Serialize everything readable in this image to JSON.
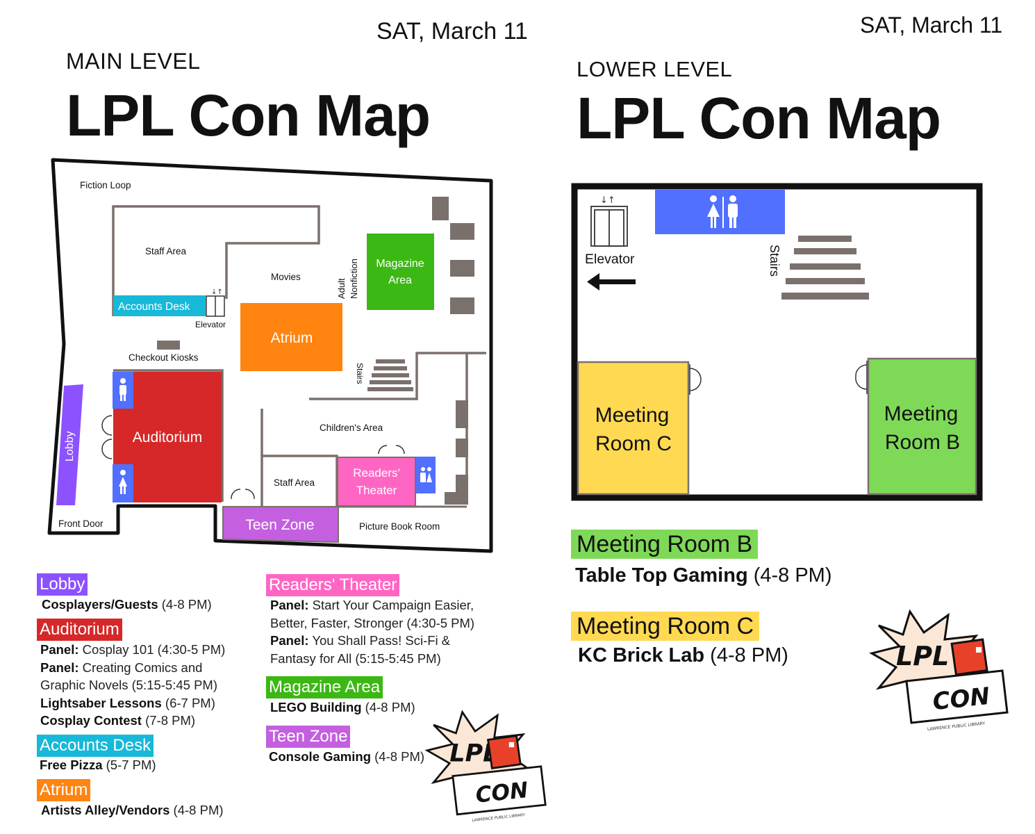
{
  "main": {
    "date": "SAT, March 11",
    "level": "MAIN LEVEL",
    "title": "LPL Con Map",
    "map_labels": {
      "fiction_loop": "Fiction Loop",
      "staff_area_top": "Staff Area",
      "movies": "Movies",
      "adult_nonfiction_1": "Adult",
      "adult_nonfiction_2": "Nonfiction",
      "magazine_area_1": "Magazine",
      "magazine_area_2": "Area",
      "accounts_desk": "Accounts Desk",
      "elevator": "Elevator",
      "atrium": "Atrium",
      "checkout_kiosks": "Checkout Kiosks",
      "stairs": "Stairs",
      "auditorium": "Auditorium",
      "lobby": "Lobby",
      "childrens_area": "Children's Area",
      "staff_area_bottom": "Staff Area",
      "readers_theater_1": "Readers'",
      "readers_theater_2": "Theater",
      "teen_zone": "Teen Zone",
      "picture_book_room": "Picture Book Room",
      "front_door": "Front Door"
    },
    "legend": {
      "lobby": {
        "title": "Lobby",
        "lines": [
          {
            "bold": "Cosplayers/Guests",
            "rest": " (4-8 PM)"
          }
        ]
      },
      "auditorium": {
        "title": "Auditorium",
        "lines": [
          {
            "bold": "Panel:",
            "rest": " Cosplay 101 (4:30-5 PM)"
          },
          {
            "bold": "Panel:",
            "rest": " Creating Comics and"
          },
          {
            "bold": "",
            "rest": "Graphic Novels (5:15-5:45 PM)"
          },
          {
            "bold": "Lightsaber Lessons",
            "rest": " (6-7 PM)"
          },
          {
            "bold": "Cosplay Contest",
            "rest": " (7-8 PM)"
          }
        ]
      },
      "accounts_desk": {
        "title": "Accounts Desk",
        "lines": [
          {
            "bold": "Free Pizza",
            "rest": " (5-7 PM)"
          }
        ]
      },
      "atrium": {
        "title": "Atrium",
        "lines": [
          {
            "bold": "Artists Alley/Vendors",
            "rest": " (4-8 PM)"
          }
        ]
      },
      "readers_theater": {
        "title": "Readers' Theater",
        "lines": [
          {
            "bold": "Panel:",
            "rest": " Start Your Campaign Easier,"
          },
          {
            "bold": "",
            "rest": "Better, Faster, Stronger (4:30-5 PM)"
          },
          {
            "bold": "Panel:",
            "rest": " You Shall Pass! Sci-Fi &"
          },
          {
            "bold": "",
            "rest": "Fantasy for All (5:15-5:45 PM)"
          }
        ]
      },
      "magazine_area": {
        "title": "Magazine Area",
        "lines": [
          {
            "bold": "LEGO Building",
            "rest": " (4-8 PM)"
          }
        ]
      },
      "teen_zone": {
        "title": "Teen Zone",
        "lines": [
          {
            "bold": "Console Gaming",
            "rest": " (4-8 PM)"
          }
        ]
      }
    }
  },
  "lower": {
    "date": "SAT, March 11",
    "level": "LOWER LEVEL",
    "title": "LPL Con Map",
    "map_labels": {
      "elevator": "Elevator",
      "stairs": "Stairs",
      "meeting_c_1": "Meeting",
      "meeting_c_2": "Room C",
      "meeting_b_1": "Meeting",
      "meeting_b_2": "Room B"
    },
    "legend": {
      "meeting_b": {
        "title": "Meeting Room B",
        "bold": "Table Top Gaming",
        "rest": " (4-8 PM)"
      },
      "meeting_c": {
        "title": "Meeting Room C",
        "bold": "KC Brick Lab",
        "rest": " (4-8 PM)"
      }
    }
  },
  "logo": {
    "line1": "LPL",
    "line2": "CON",
    "tagline": "LAWRENCE PUBLIC LIBRARY"
  },
  "colors": {
    "lobby": "#8c52ff",
    "auditorium": "#d62828",
    "accounts_desk": "#17b8d8",
    "atrium": "#ff8410",
    "readers_theater": "#ff66c4",
    "magazine_area": "#3cb814",
    "teen_zone": "#c45fe0",
    "restroom": "#5170ff",
    "meeting_c": "#ffd952",
    "meeting_b": "#7ed957",
    "furniture": "#7a706c"
  }
}
